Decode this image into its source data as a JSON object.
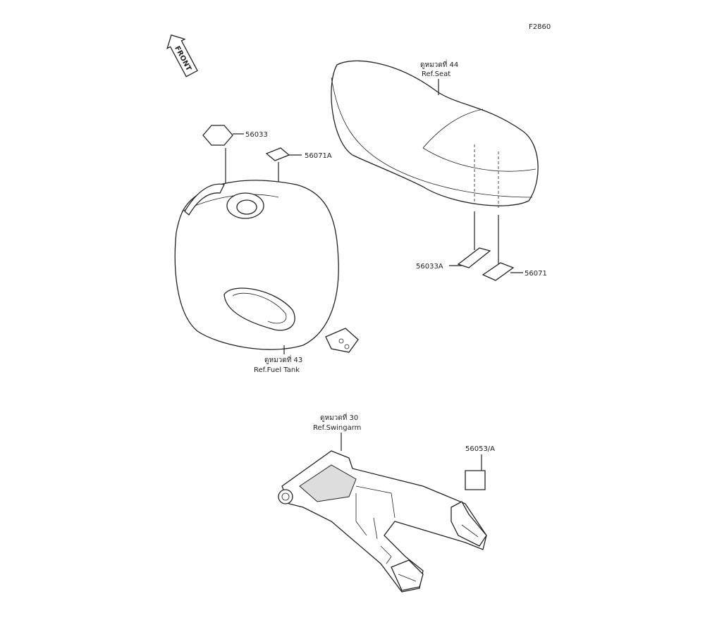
{
  "figure_code": "F2860",
  "front_label": "FRONT",
  "refs": {
    "seat": {
      "thai": "ดูหมวดที่ 44",
      "en": "Ref.Seat"
    },
    "fuel_tank": {
      "thai": "ดูหมวดที่ 43",
      "en": "Ref.Fuel Tank"
    },
    "swingarm": {
      "thai": "ดูหมวดที่ 30",
      "en": "Ref.Swingarm"
    }
  },
  "parts": {
    "p56033": "56033",
    "p56071A": "56071A",
    "p56033A": "56033A",
    "p56071": "56071",
    "p56053A": "56053/A"
  }
}
